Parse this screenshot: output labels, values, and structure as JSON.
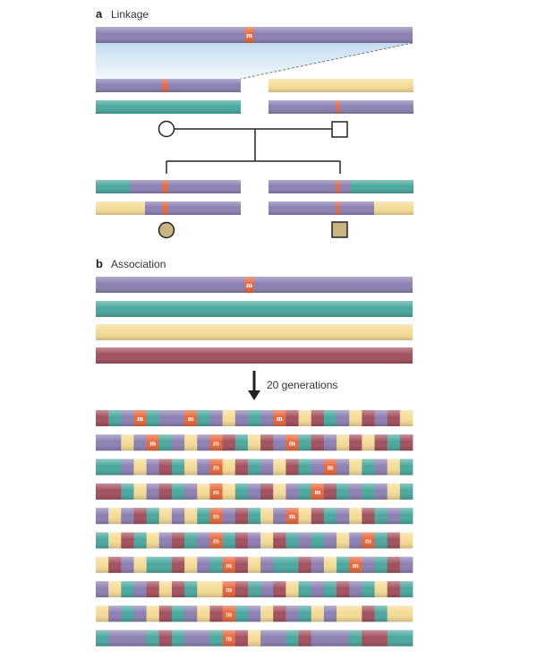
{
  "panel_a": {
    "letter": "a",
    "title": "Linkage"
  },
  "panel_b": {
    "letter": "b",
    "title": "Association",
    "arrow_caption": "20 generations"
  },
  "marker_label": "m",
  "colors": {
    "purple": "#8c80b3",
    "teal": "#4aa89e",
    "yellow": "#f5dc96",
    "red": "#a3505e",
    "marker": "#e8683c",
    "line": "#222222",
    "affected_fill": "#c9b482",
    "zoom_fill": "#d6e8f5"
  },
  "pedigree": {
    "parents": [
      "unaffected-female",
      "unaffected-male"
    ],
    "offspring": [
      "affected-female",
      "affected-male"
    ]
  },
  "recombinant_rows": [
    "rtpmtppmtpyptpmryrtpyrpry",
    "ppypmtpypmrtyrpmtrpyryrtr",
    "ttpyprtypmyrtpyrtpmpytpyt",
    "rrtyprtpymytpryptmrtptpyt",
    "pyprtypytmprtypmyrtpyrtpt",
    "tyrtyprtpmtrpyrtptpypmtry",
    "yrpyttryptmrypttrpytmptrp",
    "pytpryrtyymrtprytptrptyrt",
    "yptpyrtpyrmtpyrptypyyrtyy",
    "tppptrtpptmrypptrppptrrtt"
  ]
}
